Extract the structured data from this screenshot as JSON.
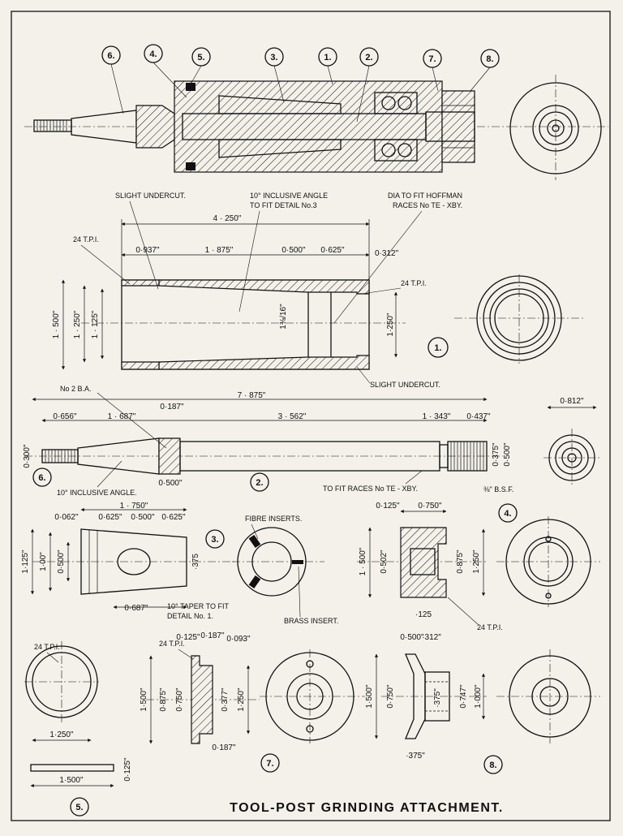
{
  "title": "TOOL-POST  GRINDING  ATTACHMENT.",
  "assembly": {
    "balloons": [
      "6.",
      "4.",
      "5.",
      "3.",
      "1.",
      "2.",
      "7.",
      "8."
    ]
  },
  "detail1": {
    "number": "1.",
    "notes": {
      "slight_undercut_top": "SLIGHT UNDERCUT.",
      "inclusive_angle_1": "10° INCLUSIVE ANGLE",
      "inclusive_angle_2": "TO FIT DETAIL No.3",
      "dia_fit_1": "DIA TO FIT HOFFMAN",
      "dia_fit_2": "RACES No TE - XBY.",
      "tpi_left": "24 T.P.I.",
      "tpi_right": "24 T.P.I.",
      "slight_undercut_bottom": "SLIGHT UNDERCUT."
    },
    "dims": {
      "overall": "4 · 250\"",
      "d0937": "0·937\"",
      "d1875": "1 · 875\"",
      "d0500": "0·500\"",
      "d0625": "0·625\"",
      "d0312": "0·312\"",
      "d1500": "1 · 500\"",
      "d1250": "1 · 250\"",
      "d1125": "1 · 125\"",
      "bore_frac": "1⅜/16\"",
      "d1250b": "1·250\""
    }
  },
  "detail2": {
    "number": "2.",
    "notes": {
      "no2ba": "No 2 B.A.",
      "inclusive_angle": "10° INCLUSIVE ANGLE.",
      "fit_races": "TO FIT RACES No TE - XBY.",
      "bsf": "⅜\" B.S.F."
    },
    "dims": {
      "d0187": "0·187\"",
      "d7875": "7 · 875\"",
      "d0656": "0·656\"",
      "d1687": "1 · 687\"",
      "d3562": "3 · 562\"",
      "d1343": "1 · 343\"",
      "d0437": "0·437\"",
      "d0812": "0·812\"",
      "d0300": "0·300\"",
      "d0500": "0·500\"",
      "d0375": "0·375\"",
      "d0500b": "0·500\""
    }
  },
  "detail3": {
    "number": "3.",
    "notes": {
      "fibre": "FIBRE INSERTS.",
      "brass": "BRASS INSERT.",
      "taper_1": "10° TAPER TO FIT",
      "taper_2": "DETAIL  No. 1."
    },
    "dims": {
      "d1750": "1 · 750\"",
      "d0062": "0·062\"",
      "d0625": "0·625\"",
      "d0500": "0·500\"",
      "d0625b": "0·625\"",
      "d1125": "1·125\"",
      "d1000": "1·00\"",
      "d0500v": "0·500\"",
      "d375": "·375",
      "d0687": "0·687\""
    }
  },
  "detail4": {
    "number": "4.",
    "notes": {
      "tpi": "24 T.P.I."
    },
    "dims": {
      "d0125": "0·125\"",
      "d0750": "0·750\"",
      "d1500": "1 · 500\"",
      "d0502": "0·502\"",
      "d0875": "0·875\"",
      "d1250": "1·250\"",
      "d125": "·125"
    }
  },
  "detail5": {
    "number": "5.",
    "notes": {
      "tpi": "24 T.P.I."
    },
    "dims": {
      "d1250": "1·250\"",
      "d0125": "0·125\"",
      "d1500": "1·500\""
    }
  },
  "detail7": {
    "number": "7.",
    "notes": {
      "tpi": "24 T.P.I."
    },
    "dims": {
      "d0125": "0·125\"",
      "d0187": "0·187\"",
      "d0093": "0·093\"",
      "d1500": "1·500\"",
      "d0875": "0·875\"",
      "d0750": "0·750\"",
      "d0377": "0·377\"",
      "d1250": "1·250\"",
      "d0187b": "0·187\""
    }
  },
  "detail8": {
    "number": "8.",
    "dims": {
      "d0500": "0·500\"",
      "d312": "·312\"",
      "d1500": "1·500\"",
      "d0750": "0·750\"",
      "d375": "·375\"",
      "d0747": "0·747\"",
      "d1000": "1·000\"",
      "d375b": "·375\""
    }
  }
}
